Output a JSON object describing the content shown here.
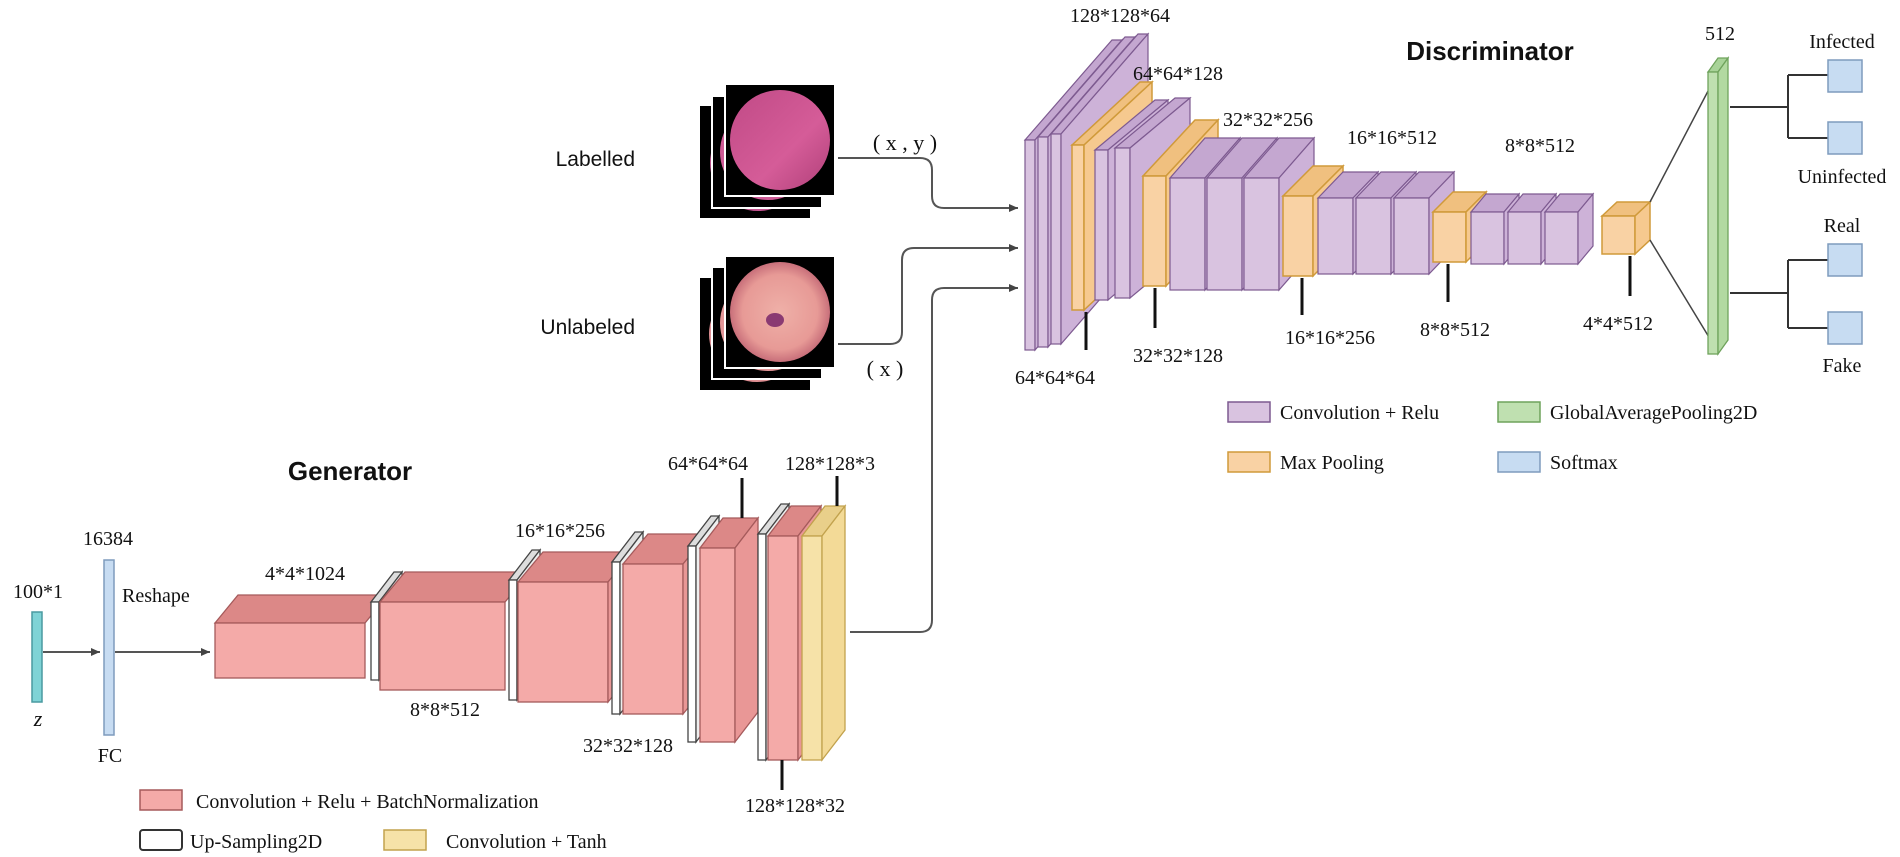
{
  "generator": {
    "title": "Generator",
    "noise_dim": "100*1",
    "noise_symbol": "z",
    "fc_dim": "16384",
    "fc_label": "FC",
    "reshape_label": "Reshape",
    "shapes": [
      "4*4*1024",
      "8*8*512",
      "16*16*256",
      "32*32*128",
      "64*64*64",
      "128*128*32",
      "128*128*3"
    ],
    "legend": {
      "conv_relu_bn": "Convolution + Relu + BatchNormalization",
      "upsampling": "Up-Sampling2D",
      "conv_tanh": "Convolution + Tanh"
    }
  },
  "inputs": {
    "labelled": "Labelled",
    "unlabeled": "Unlabeled",
    "labelled_pair": "( x , y )",
    "unlabeled_x": "( x )"
  },
  "discriminator": {
    "title": "Discriminator",
    "shapes": [
      "128*128*64",
      "64*64*64",
      "64*64*128",
      "32*32*128",
      "32*32*256",
      "16*16*256",
      "16*16*512",
      "8*8*512",
      "8*8*512",
      "4*4*512"
    ],
    "gap_dim": "512",
    "outputs": [
      "Infected",
      "Uninfected",
      "Real",
      "Fake"
    ],
    "legend": {
      "conv_relu": "Convolution + Relu",
      "gap": "GlobalAveragePooling2D",
      "maxpool": "Max Pooling",
      "softmax": "Softmax"
    }
  },
  "colors": {
    "conv_bn": "#f4aaa8",
    "upsample": "#ffffff",
    "tanh": "#f6e2a8",
    "conv_relu": "#d9c3e0",
    "maxpool": "#f9d2a4",
    "gap": "#bfe0b0",
    "softmax": "#c7dcf2",
    "noise": "#7fd3d6",
    "fc": "#c7dcf2"
  }
}
